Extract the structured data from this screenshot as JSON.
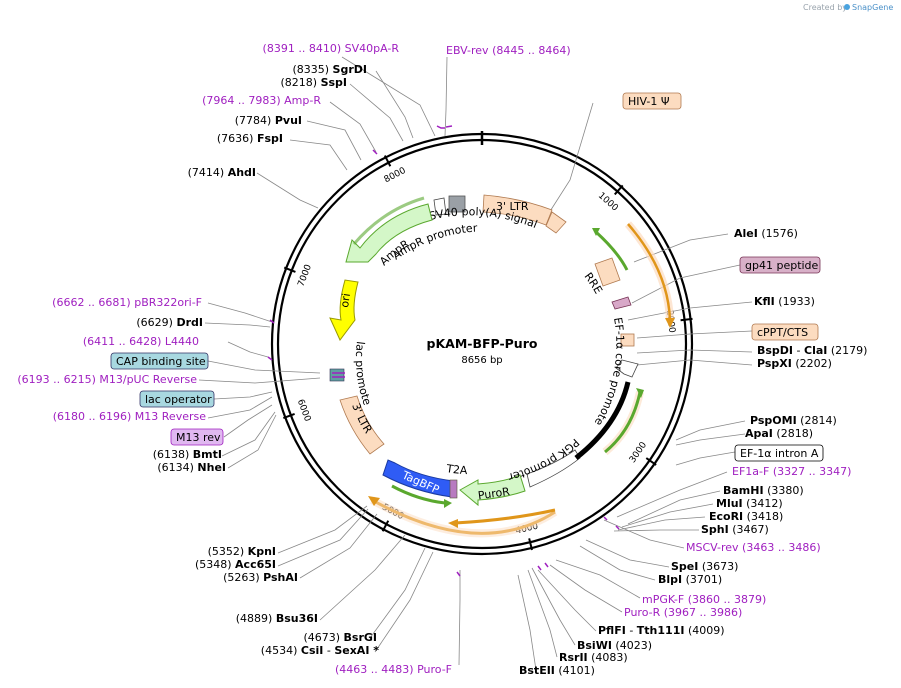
{
  "credit": {
    "prefix": "Created by",
    "brand": "SnapGene"
  },
  "plasmid": {
    "name": "pKAM-BFP-Puro",
    "length": "8656 bp"
  },
  "ticks": [
    "1000",
    "2000",
    "3000",
    "4000",
    "5000",
    "6000",
    "7000",
    "8000"
  ],
  "colors": {
    "primer": "#a020c0",
    "ltr": "#fcdcc0",
    "green": "#5aa82e",
    "orange": "#e0961a",
    "blue": "#2f5cf5"
  },
  "left_labels": [
    {
      "pos": "(8391 .. 8410)",
      "name": "SV40pA-R",
      "primer": true
    },
    {
      "pos": "(8335)",
      "name": "SgrDI"
    },
    {
      "pos": "(8218)",
      "name": "SspI"
    },
    {
      "pos": "(7964 .. 7983)",
      "name": "Amp-R",
      "primer": true
    },
    {
      "pos": "(7784)",
      "name": "PvuI"
    },
    {
      "pos": "(7636)",
      "name": "FspI"
    },
    {
      "pos": "(7414)",
      "name": "AhdI"
    },
    {
      "pos": "(6662 .. 6681)",
      "name": "pBR322ori-F",
      "primer": true
    },
    {
      "pos": "(6629)",
      "name": "DrdI"
    },
    {
      "pos": "(6411 .. 6428)",
      "name": "L4440",
      "primer": true
    },
    {
      "pos": "(6193 .. 6215)",
      "name": "M13/pUC Reverse",
      "primer": true
    },
    {
      "pos": "(6180 .. 6196)",
      "name": "M13 Reverse",
      "primer": true
    },
    {
      "pos": "(6138)",
      "name": "BmtI"
    },
    {
      "pos": "(6134)",
      "name": "NheI"
    },
    {
      "pos": "(5352)",
      "name": "KpnI"
    },
    {
      "pos": "(5348)",
      "name": "Acc65I"
    },
    {
      "pos": "(5263)",
      "name": "PshAI"
    },
    {
      "pos": "(4889)",
      "name": "Bsu36I"
    },
    {
      "pos": "(4673)",
      "name": "BsrGI"
    },
    {
      "pos": "(4534)",
      "name": "CsiI",
      "extra": "SexAI *"
    },
    {
      "pos": "(4463 .. 4483)",
      "name": "Puro-F",
      "primer": true
    }
  ],
  "right_labels": [
    {
      "name": "EBV-rev",
      "pos": "(8445 .. 8464)",
      "primer": true
    },
    {
      "name": "AleI",
      "pos": "(1576)"
    },
    {
      "name": "KflI",
      "pos": "(1933)"
    },
    {
      "name": "BspDI",
      "extra": "ClaI",
      "pos": "(2179)"
    },
    {
      "name": "PspXI",
      "pos": "(2202)"
    },
    {
      "name": "PspOMI",
      "pos": "(2814)"
    },
    {
      "name": "ApaI",
      "pos": "(2818)"
    },
    {
      "name": "EF1a-F",
      "pos": "(3327 .. 3347)",
      "primer": true
    },
    {
      "name": "BamHI",
      "pos": "(3380)"
    },
    {
      "name": "MluI",
      "pos": "(3412)"
    },
    {
      "name": "EcoRI",
      "pos": "(3418)"
    },
    {
      "name": "SphI",
      "pos": "(3467)"
    },
    {
      "name": "MSCV-rev",
      "pos": "(3463 .. 3486)",
      "primer": true
    },
    {
      "name": "SpeI",
      "pos": "(3673)"
    },
    {
      "name": "BlpI",
      "pos": "(3701)"
    },
    {
      "name": "mPGK-F",
      "pos": "(3860 .. 3879)",
      "primer": true
    },
    {
      "name": "Puro-R",
      "pos": "(3967 .. 3986)",
      "primer": true
    },
    {
      "name": "PflFI",
      "extra": "Tth111I",
      "pos": "(4009)"
    },
    {
      "name": "BsiWI",
      "pos": "(4023)"
    },
    {
      "name": "RsrII",
      "pos": "(4083)"
    },
    {
      "name": "BstEII",
      "pos": "(4101)"
    }
  ],
  "boxes": {
    "hiv": "HIV-1 Ψ",
    "gp41": "gp41 peptide",
    "cppt": "cPPT/CTS",
    "ef1_intron": "EF-1α intron A",
    "cap": "CAP binding site",
    "lac_op": "lac operator",
    "m13rev": "M13 rev"
  },
  "features": {
    "ltr3_top": "3' LTR",
    "sv40": "SV40 poly(A) signal",
    "ampr": "AmpR",
    "ampr_promoter": "AmpR promoter",
    "ori": "ori",
    "lac_promoter": "lac promoter",
    "ltr3_bottom": "3' LTR",
    "rre": "RRE",
    "ef1_core": "EF-1α core promoter",
    "pgk": "PGK promoter",
    "puror": "PuroR",
    "t2a": "T2A",
    "tagbfp": "TagBFP"
  }
}
